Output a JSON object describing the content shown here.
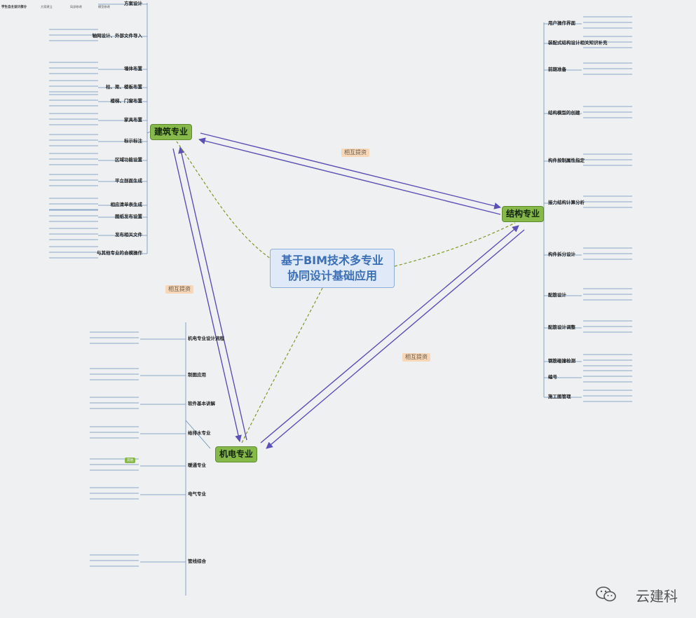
{
  "center": {
    "line1": "基于BIM技术多专业",
    "line2": "协同设计基础应用"
  },
  "nodes": {
    "arch": "建筑专业",
    "struct": "结构专业",
    "mep": "机电专业"
  },
  "relation_tags": [
    "相互提资",
    "相互提资",
    "相互提资"
  ],
  "watermark": "云建科",
  "arch_branches": [
    "方案设计",
    "轴网设计、外部文件导入",
    "墙体布置",
    "柱、梁、楼板布置",
    "楼梯、门窗布置",
    "家具布置",
    "标示标注",
    "区域功能设置",
    "平立剖面生成",
    "相应清单表生成",
    "图纸发布设置",
    "发布相关文件",
    "与其他专业的合模操作"
  ],
  "arch_top_label": "学生自主设计部分",
  "arch_option_labels": [
    "方案建立",
    "局部修改",
    "模型修改"
  ],
  "struct_branches": [
    "用户操作界面",
    "装配式结构设计相关知识补充",
    "前期准备",
    "结构模型的创建",
    "构件按制属性指定",
    "接力结构计算分析",
    "构件拆分设计",
    "配筋设计",
    "配筋设计调整",
    "钢筋碰撞检测",
    "编号",
    "施工图管理"
  ],
  "mep_branches": [
    "机电专业设计流程",
    "制图应用",
    "软件基本讲解",
    "给排水专业",
    "暖通专业",
    "电气专业",
    "管线综合"
  ],
  "mep_badge": "其他"
}
